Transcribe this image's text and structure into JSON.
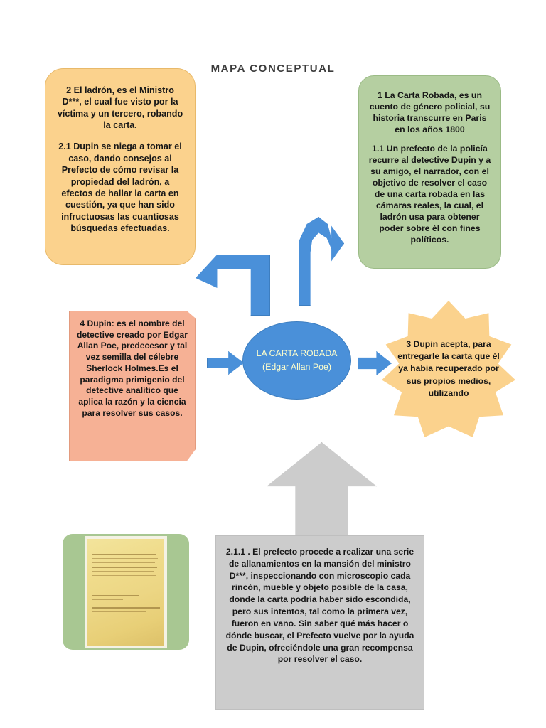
{
  "title": "MAPA CONCEPTUAL",
  "nodes": {
    "thief": {
      "para1": "2 El ladrón, es el Ministro D***, el cual fue visto por la víctima y un tercero, robando la carta.",
      "para2": "2.1 Dupin se niega a tomar el caso, dando consejos al Prefecto de cómo revisar la propiedad del ladrón, a efectos de hallar la carta en cuestión, ya que han sido infructuosas las cuantiosas búsquedas efectuadas.",
      "color": "#fbd28d"
    },
    "story": {
      "para1": "1 La Carta Robada, es un cuento de género policial, su historia transcurre en Paris en los años 1800",
      "para2": "1.1 Un prefecto de la policía recurre al detective Dupin y a su amigo, el narrador, con el objetivo de resolver el caso de una carta robada en las cámaras reales, la cual, el ladrón usa para obtener poder sobre él con fines políticos.",
      "color": "#b5cfa1"
    },
    "dupin": {
      "text": "4 Dupin: es el nombre del detective creado por Edgar Allan Poe, predecesor y tal vez semilla del célebre Sherlock Holmes.Es el paradigma primigenio del detective analítico que aplica la razón y la ciencia para resolver sus casos.",
      "color": "#f6b195"
    },
    "center": {
      "text": "LA CARTA ROBADA (Edgar Allan Poe)",
      "color": "#4a90d9",
      "text_color": "#ffffcc"
    },
    "accept": {
      "text": "3 Dupin acepta, para entregarle la carta que él ya habia recuperado por sus propios medios, utilizando",
      "color": "#fbd28d"
    },
    "raids": {
      "text": "2.1.1 . El prefecto procede a realizar una serie de allanamientos en la mansión del ministro D***, inspeccionando con microscopio cada rincón, mueble y objeto posible de la casa, donde la carta podría haber sido escondida, pero sus intentos, tal como la primera vez, fueron en vano. Sin saber qué más hacer o dónde buscar, el Prefecto vuelve por la ayuda de Dupin, ofreciéndole una gran recompensa por resolver el caso.",
      "color": "#cccccc"
    },
    "letter_image": {
      "caption": "",
      "frame_color": "#a8c792"
    }
  },
  "connectors": {
    "elbow_left": "elbow-arrow-up-left",
    "elbow_right": "elbow-arrow-up-right",
    "to_center": "right-arrow",
    "to_star": "right-arrow",
    "up_arrow": "up-arrow",
    "color": "#4a90d9"
  }
}
